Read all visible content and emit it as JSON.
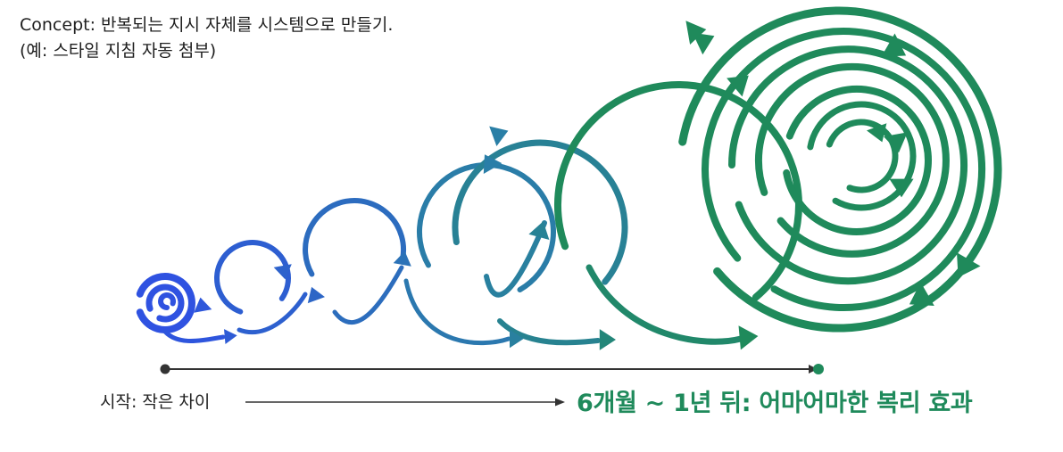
{
  "concept": {
    "line1": "Concept: 반복되는 지시 자체를 시스템으로 만들기.",
    "line2": "(예: 스타일 지침 자동 첨부)"
  },
  "timeline": {
    "start_label": "시작: 작은 차이",
    "end_label": "6개월 ~ 1년 뒤: 어마어마한 복리 효과"
  },
  "colors": {
    "start": "#2f4ee6",
    "mid": "#2a7fa6",
    "end": "#1f8a5b",
    "axis": "#333333"
  }
}
